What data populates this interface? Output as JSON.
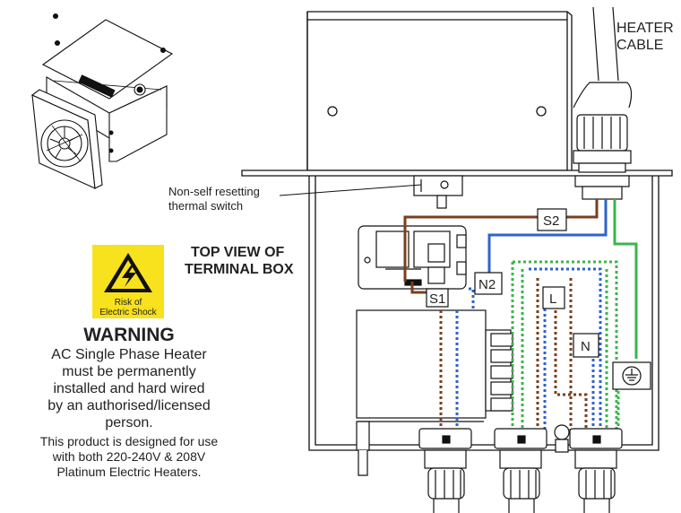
{
  "colors": {
    "live": "#7a3f1e",
    "neutral": "#2f63c9",
    "earth": "#3bb54a",
    "line": "#111111",
    "warning_yellow": "#f8e11d"
  },
  "labels": {
    "heater_cable": [
      "HEATER",
      "CABLE"
    ],
    "thermal_switch": [
      "Non-self resetting",
      "thermal switch"
    ],
    "top_view": [
      "TOP VIEW OF",
      "TERMINAL BOX"
    ],
    "terminals": {
      "s2": "S2",
      "s1": "S1",
      "n2": "N2",
      "l": "L",
      "n": "N"
    }
  },
  "warning": {
    "sign_icon": "high-voltage-icon",
    "sign_caption": [
      "Risk of",
      "Electric Shock"
    ],
    "title": "WARNING",
    "body": [
      "AC Single Phase Heater",
      "must be permanently",
      "installed and hard wired",
      "by an authorised/licensed",
      "person."
    ],
    "note": [
      "This product is designed for use",
      "with both 220-240V & 208V",
      "Platinum Electric Heaters."
    ]
  }
}
